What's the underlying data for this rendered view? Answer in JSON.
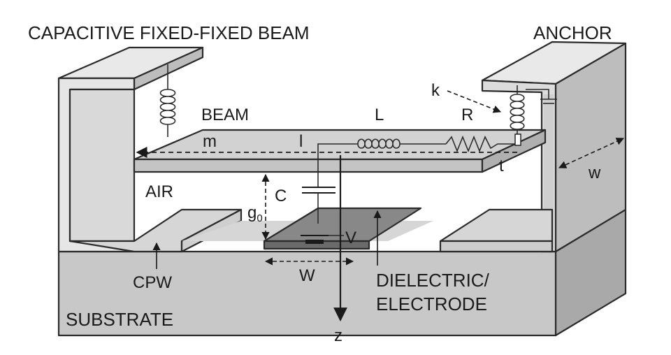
{
  "labels": {
    "title": "CAPACITIVE FIXED-FIXED BEAM",
    "anchor": "ANCHOR",
    "k": "k",
    "beam": "BEAM",
    "L": "L",
    "R": "R",
    "m": "m",
    "l": "l",
    "t": "t",
    "w_lower": "w",
    "air": "AIR",
    "C": "C",
    "g": "g",
    "g_sub": "0",
    "V": "V",
    "cpw": "CPW",
    "W_upper": "W",
    "dielectric_line1": "DIELECTRIC/",
    "dielectric_line2": "ELECTRODE",
    "substrate": "SUBSTRATE",
    "z": "z"
  },
  "colors": {
    "substrate_front": "#c8c8c8",
    "substrate_side": "#a9a9a9",
    "support_face": "#e6e6e6",
    "support_side": "#bdbdbd",
    "beam_top": "#d2d2d2",
    "beam_front": "#c4c4c4",
    "cpw_top": "#d6d6d6",
    "dielectric": "#888888",
    "background": "#ffffff"
  }
}
